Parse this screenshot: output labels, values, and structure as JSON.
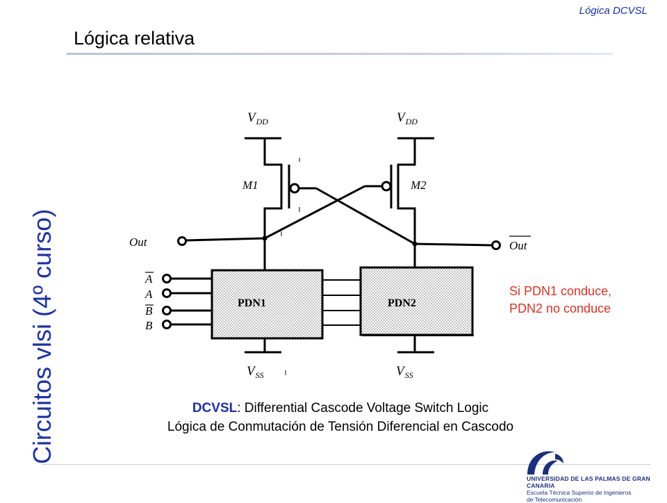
{
  "header": {
    "topic": "Lógica DCVSL"
  },
  "slide": {
    "title": "Lógica relativa",
    "side_title": "Circuitos vlsi (4º curso)"
  },
  "circuit": {
    "vdd_left": {
      "main": "V",
      "sub": "DD"
    },
    "vdd_right": {
      "main": "V",
      "sub": "DD"
    },
    "vss_left": {
      "main": "V",
      "sub": "SS"
    },
    "vss_right": {
      "main": "V",
      "sub": "SS"
    },
    "m1": "M1",
    "m2": "M2",
    "out": "Out",
    "out_bar": "Out",
    "pdn1": "PDN1",
    "pdn2": "PDN2",
    "inputs": [
      "A",
      "A",
      "B",
      "B"
    ]
  },
  "note": {
    "line1": "Si PDN1 conduce,",
    "line2": "PDN2 no conduce"
  },
  "caption": {
    "acronym": "DCVSL",
    "line1_rest": ": Differential Cascode Voltage Switch Logic",
    "line2": "Lógica de Conmutación de Tensión Diferencial en Cascodo"
  },
  "logo": {
    "university": "UNIVERSIDAD DE LAS PALMAS DE GRAN CANARIA",
    "school_line1": "Escuela Técnica Superior de Ingenieros",
    "school_line2": "de Telecomunicación"
  }
}
